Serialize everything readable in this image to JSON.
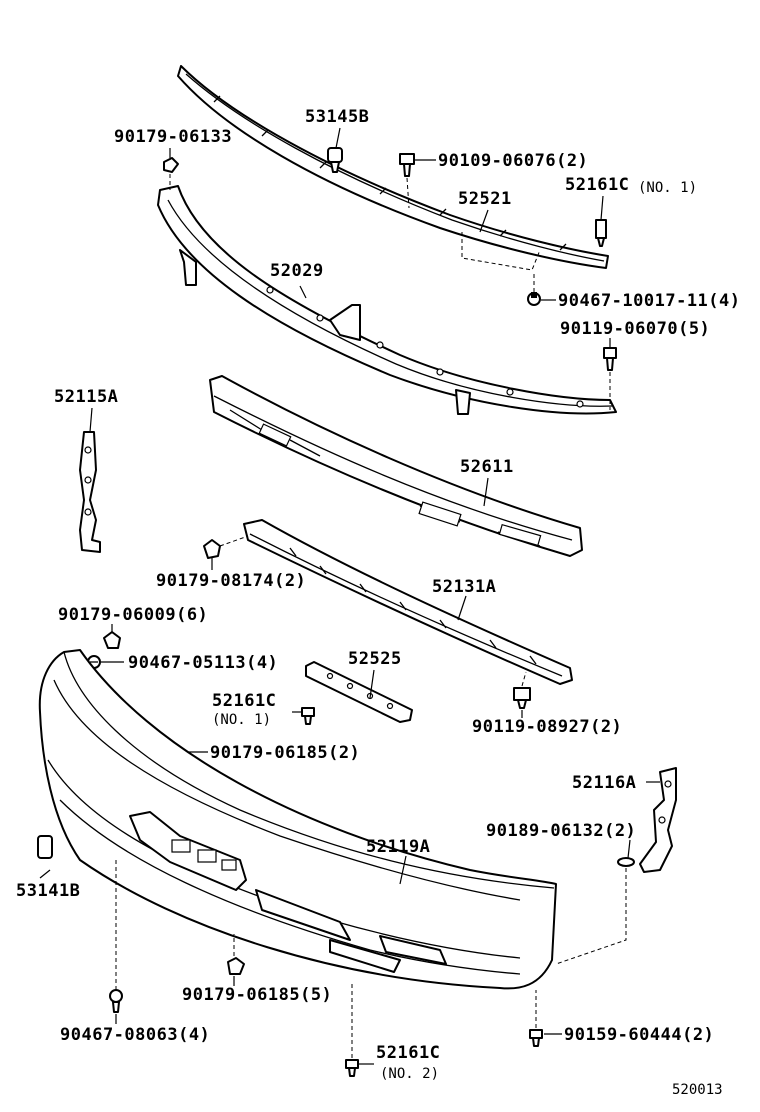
{
  "diagram_id": "520013",
  "parts": {
    "p53145B": "53145B",
    "p90179_06133": "90179-06133",
    "p90109_06076": "90109-06076(2)",
    "p52161C_top": "52161C",
    "p52161C_top_note": "(NO. 1)",
    "p52521": "52521",
    "p52029": "52029",
    "p90467_10017": "90467-10017-11(4)",
    "p90119_06070": "90119-06070(5)",
    "p52115A": "52115A",
    "p52611": "52611",
    "p90179_08174": "90179-08174(2)",
    "p52131A": "52131A",
    "p90179_06009": "90179-06009(6)",
    "p90467_05113": "90467-05113(4)",
    "p52525": "52525",
    "p52161C_mid": "52161C",
    "p52161C_mid_note": "(NO. 1)",
    "p90119_08927": "90119-08927(2)",
    "p90179_06185a": "90179-06185(2)",
    "p52116A": "52116A",
    "p90189_06132": "90189-06132(2)",
    "p52119A": "52119A",
    "p53141B": "53141B",
    "p90179_06185b": "90179-06185(5)",
    "p90467_08063": "90467-08063(4)",
    "p90159_60444": "90159-60444(2)",
    "p52161C_bot": "52161C",
    "p52161C_bot_note": "(NO. 2)"
  }
}
